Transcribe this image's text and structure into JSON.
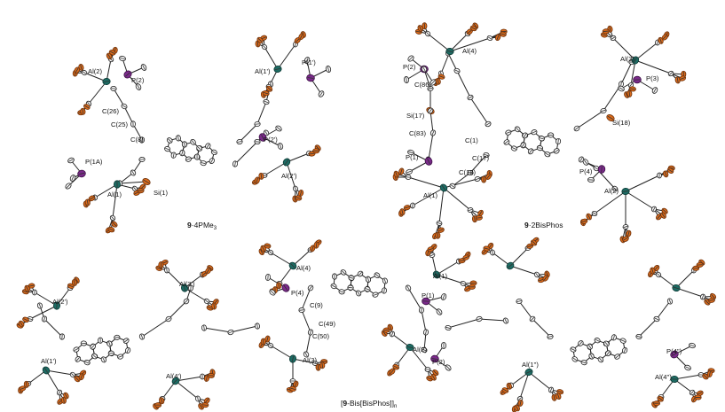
{
  "structures": [
    {
      "id": "9-4PMe3",
      "caption_bold": "9",
      "caption_rest": "·4PMe",
      "caption_sub": "3",
      "labels": [
        "Al(2)",
        "P(2)",
        "Al(1')",
        "P(1')",
        "C(26)",
        "C(25)",
        "C(8)",
        "P(2')",
        "P(1A)",
        "Al(1)",
        "Si(1)",
        "Al(2')"
      ]
    },
    {
      "id": "9-2BisPhos",
      "caption_bold": "9",
      "caption_rest": "·2BisPhos",
      "labels": [
        "Al(4)",
        "P(2)",
        "C(86)",
        "Si(17)",
        "C(83)",
        "C(1)",
        "C(17)",
        "C(18)",
        "P(1)",
        "Al(1)",
        "Al(3)",
        "P(3)",
        "Si(18)",
        "P(4)",
        "Al(2)"
      ]
    },
    {
      "id": "9-Bis[BisPhos]n",
      "caption_bold": "9",
      "caption_prefix": "[",
      "caption_rest": "-Bis[BisPhos]]",
      "caption_sub": "n",
      "labels": [
        "Al(2')",
        "Al(1')",
        "Al(3')",
        "Al(4')",
        "Al(4)",
        "P(4)",
        "C(9)",
        "C(49)",
        "C(50)",
        "Al(3)",
        "Al(1)",
        "P(1)",
        "Al(2)",
        "P(2)",
        "Al(1'')",
        "P(4'')",
        "Al(4'')"
      ]
    }
  ]
}
